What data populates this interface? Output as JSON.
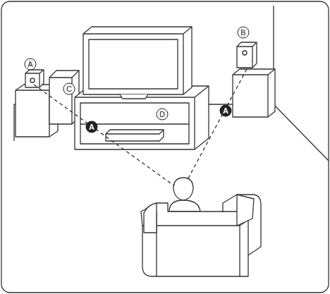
{
  "diagram": {
    "labels": [
      "A",
      "B",
      "C",
      "D",
      "A",
      "A"
    ]
  }
}
